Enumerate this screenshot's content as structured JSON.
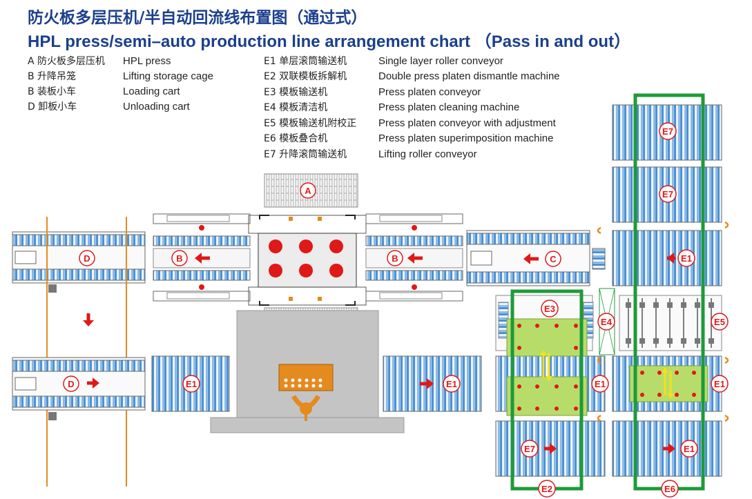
{
  "title": {
    "zh": "防火板多层压机/半自动回流线布置图（通过式）",
    "en": "HPL press/semi–auto production line arrangement chart （Pass in and out）"
  },
  "legend": {
    "left": [
      {
        "cn": "A 防火板多层压机",
        "en": "HPL press"
      },
      {
        "cn": "B 升降吊笼",
        "en": "Lifting storage cage"
      },
      {
        "cn": "B 装板小车",
        "en": "Loading cart"
      },
      {
        "cn": "D 卸板小车",
        "en": "Unloading cart"
      }
    ],
    "right": [
      {
        "cn": "E1 单层滚筒输送机",
        "en": "Single layer roller conveyor"
      },
      {
        "cn": "E2 双联模板拆解机",
        "en": "Double press platen dismantle machine"
      },
      {
        "cn": "E3 模板输送机",
        "en": "Press platen conveyor"
      },
      {
        "cn": "E4 模板清洁机",
        "en": "Press platen cleaning machine"
      },
      {
        "cn": "E5 模板输送机附校正",
        "en": "Press platen conveyor with adjustment"
      },
      {
        "cn": "E6 模板叠合机",
        "en": "Press platen superimposition machine"
      },
      {
        "cn": "E7 升降滚筒输送机",
        "en": "Lifting roller conveyor"
      }
    ]
  },
  "labels": {
    "A": "A",
    "B": "B",
    "C": "C",
    "D": "D",
    "E1": "E1",
    "E2": "E2",
    "E3": "E3",
    "E4": "E4",
    "E5": "E5",
    "E6": "E6",
    "E7": "E7"
  },
  "colors": {
    "title": "#1b3f8c",
    "roller_blue": "#4a8fd2",
    "roller_light": "#cfe3f5",
    "frame_green": "#1e9a3a",
    "platen_green": "#b8dc6a",
    "machine_gray": "#c4c4c4",
    "marker_red": "#e01818",
    "orange": "#e58a1e",
    "yellow_arrow": "#f2e21a"
  }
}
